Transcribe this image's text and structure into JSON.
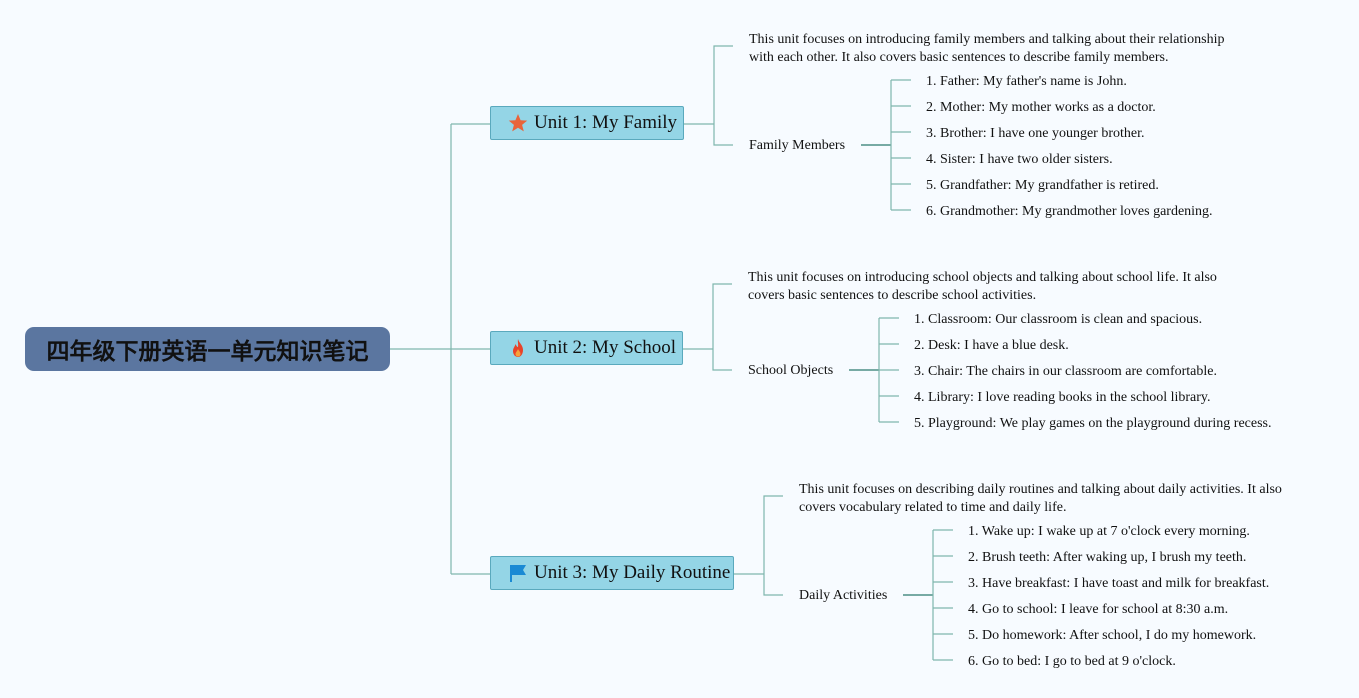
{
  "root": {
    "title": "四年级下册英语一单元知识笔记"
  },
  "units": [
    {
      "title": "Unit 1: My Family",
      "icon": "star-icon",
      "icon_color": "#e8643a",
      "description": "This unit focuses on introducing family members and talking about their relationship with each other. It also covers basic sentences to describe family members.",
      "category": "Family Members",
      "items": [
        "1. Father: My father's name is John.",
        "2. Mother: My mother works as a doctor.",
        "3. Brother: I have one younger brother.",
        "4. Sister: I have two older sisters.",
        "5. Grandfather: My grandfather is retired.",
        "6. Grandmother: My grandmother loves gardening."
      ]
    },
    {
      "title": "Unit 2: My School",
      "icon": "fire-icon",
      "icon_color": "#e8432a",
      "description": "This unit focuses on introducing school objects and talking about school life. It also covers basic sentences to describe school activities.",
      "category": "School Objects",
      "items": [
        "1. Classroom: Our classroom is clean and spacious.",
        "2. Desk: I have a blue desk.",
        "3. Chair: The chairs in our classroom are comfortable.",
        "4. Library: I love reading books in the school library.",
        "5. Playground: We play games on the playground during recess."
      ]
    },
    {
      "title": "Unit 3: My Daily Routine",
      "icon": "flag-icon",
      "icon_color": "#1a8ad4",
      "description": "This unit focuses on describing daily routines and talking about daily activities. It also covers vocabulary related to time and daily life.",
      "category": "Daily Activities",
      "items": [
        "1. Wake up: I wake up at 7 o'clock every morning.",
        "2. Brush teeth: After waking up, I brush my teeth.",
        "3. Have breakfast: I have toast and milk for breakfast.",
        "4. Go to school: I leave for school at 8:30 a.m.",
        "5. Do homework: After school, I do my homework.",
        "6. Go to bed: I go to bed at 9 o'clock."
      ]
    }
  ],
  "colors": {
    "connector": "#7fb6ad",
    "connector_dark": "#4d8f86",
    "root_bg": "#5b76a0",
    "unit_bg": "#94d5e6"
  }
}
